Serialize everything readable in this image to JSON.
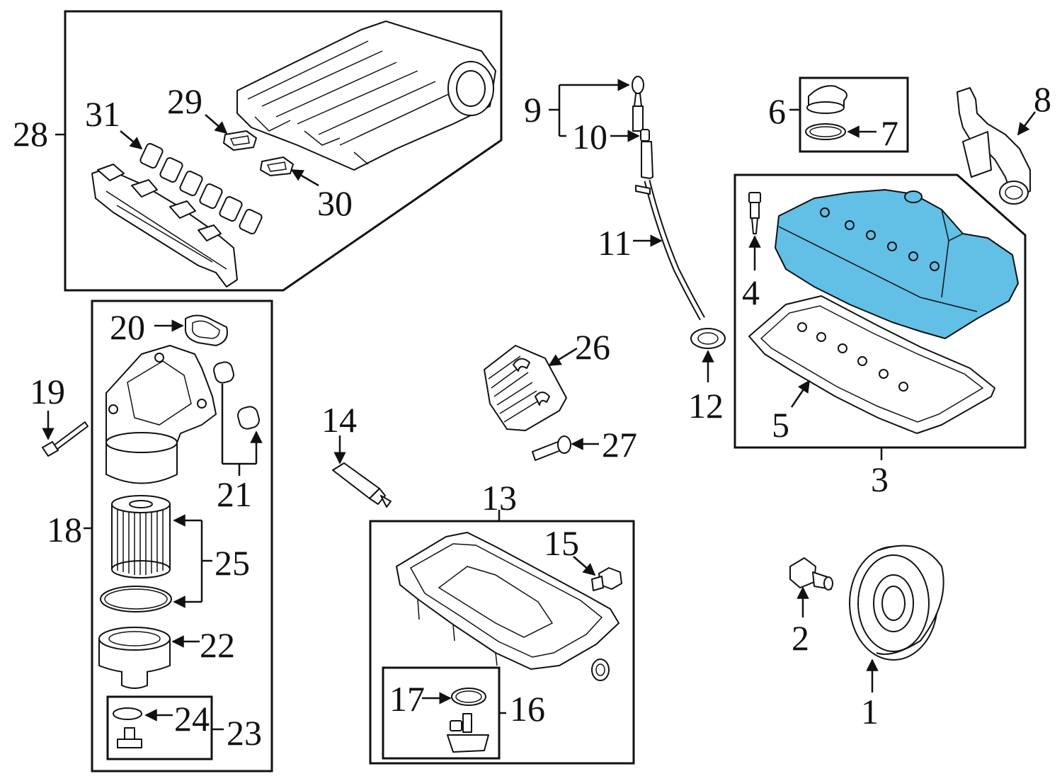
{
  "diagram": {
    "highlight_color": "#62bfe6",
    "callouts": {
      "c1": "1",
      "c2": "2",
      "c3": "3",
      "c4": "4",
      "c5": "5",
      "c6": "6",
      "c7": "7",
      "c8": "8",
      "c9": "9",
      "c10": "10",
      "c11": "11",
      "c12": "12",
      "c13": "13",
      "c14": "14",
      "c15": "15",
      "c16": "16",
      "c17": "17",
      "c18": "18",
      "c19": "19",
      "c20": "20",
      "c21": "21",
      "c22": "22",
      "c23": "23",
      "c24": "24",
      "c25": "25",
      "c26": "26",
      "c27": "27",
      "c28": "28",
      "c29": "29",
      "c30": "30",
      "c31": "31"
    }
  }
}
